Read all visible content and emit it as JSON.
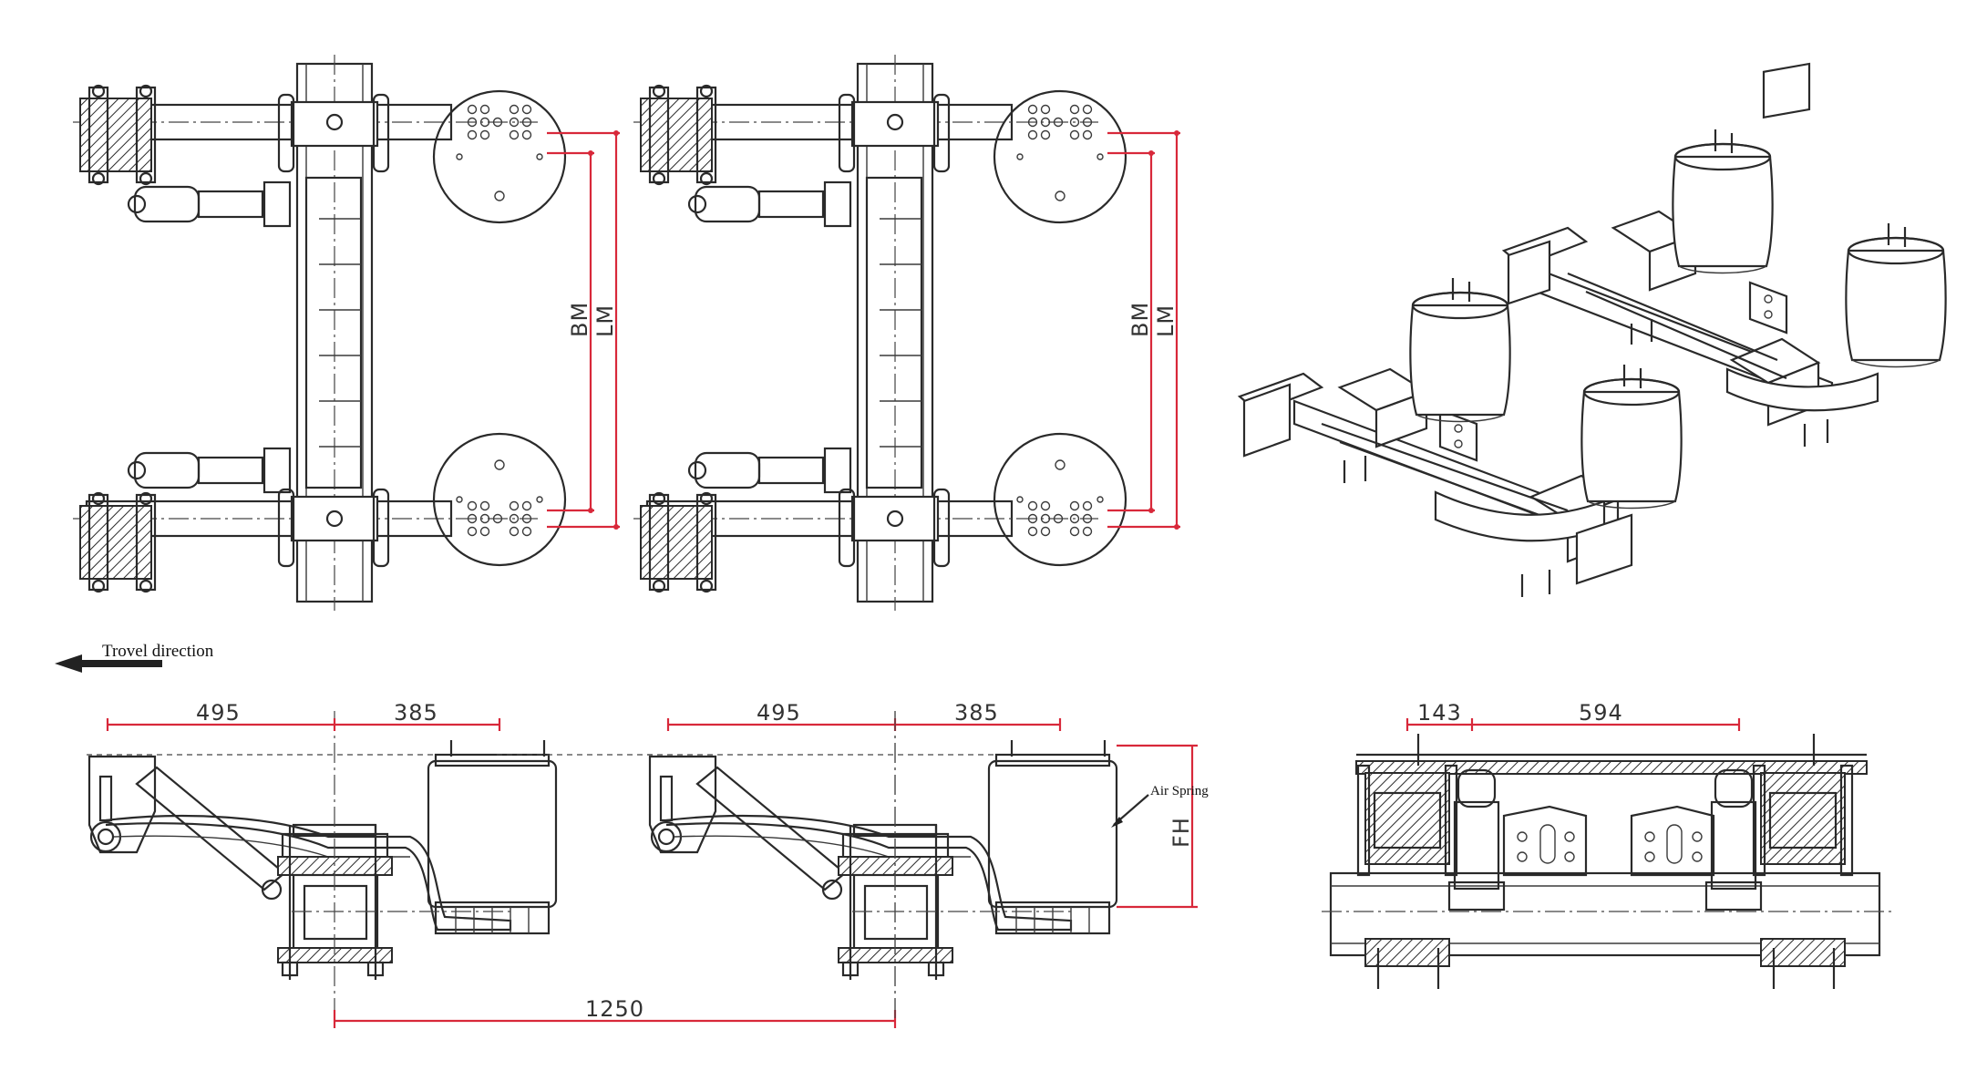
{
  "labels": {
    "travel_direction": "Trovel direction",
    "air_spring": "Air Spring",
    "dim_bm": "BM",
    "dim_lm": "LM",
    "dim_fh": "FH"
  },
  "dimensions": {
    "left_front": "495",
    "left_rear": "385",
    "right_front": "495",
    "right_rear": "385",
    "axle_spacing": "1250",
    "end_offset": "143",
    "hanger_span": "594"
  },
  "colors": {
    "line": "#2a2a2a",
    "dimension": "#d8283a",
    "background": "#ffffff"
  },
  "icons": {
    "travel_arrow": "arrow-left-icon"
  }
}
